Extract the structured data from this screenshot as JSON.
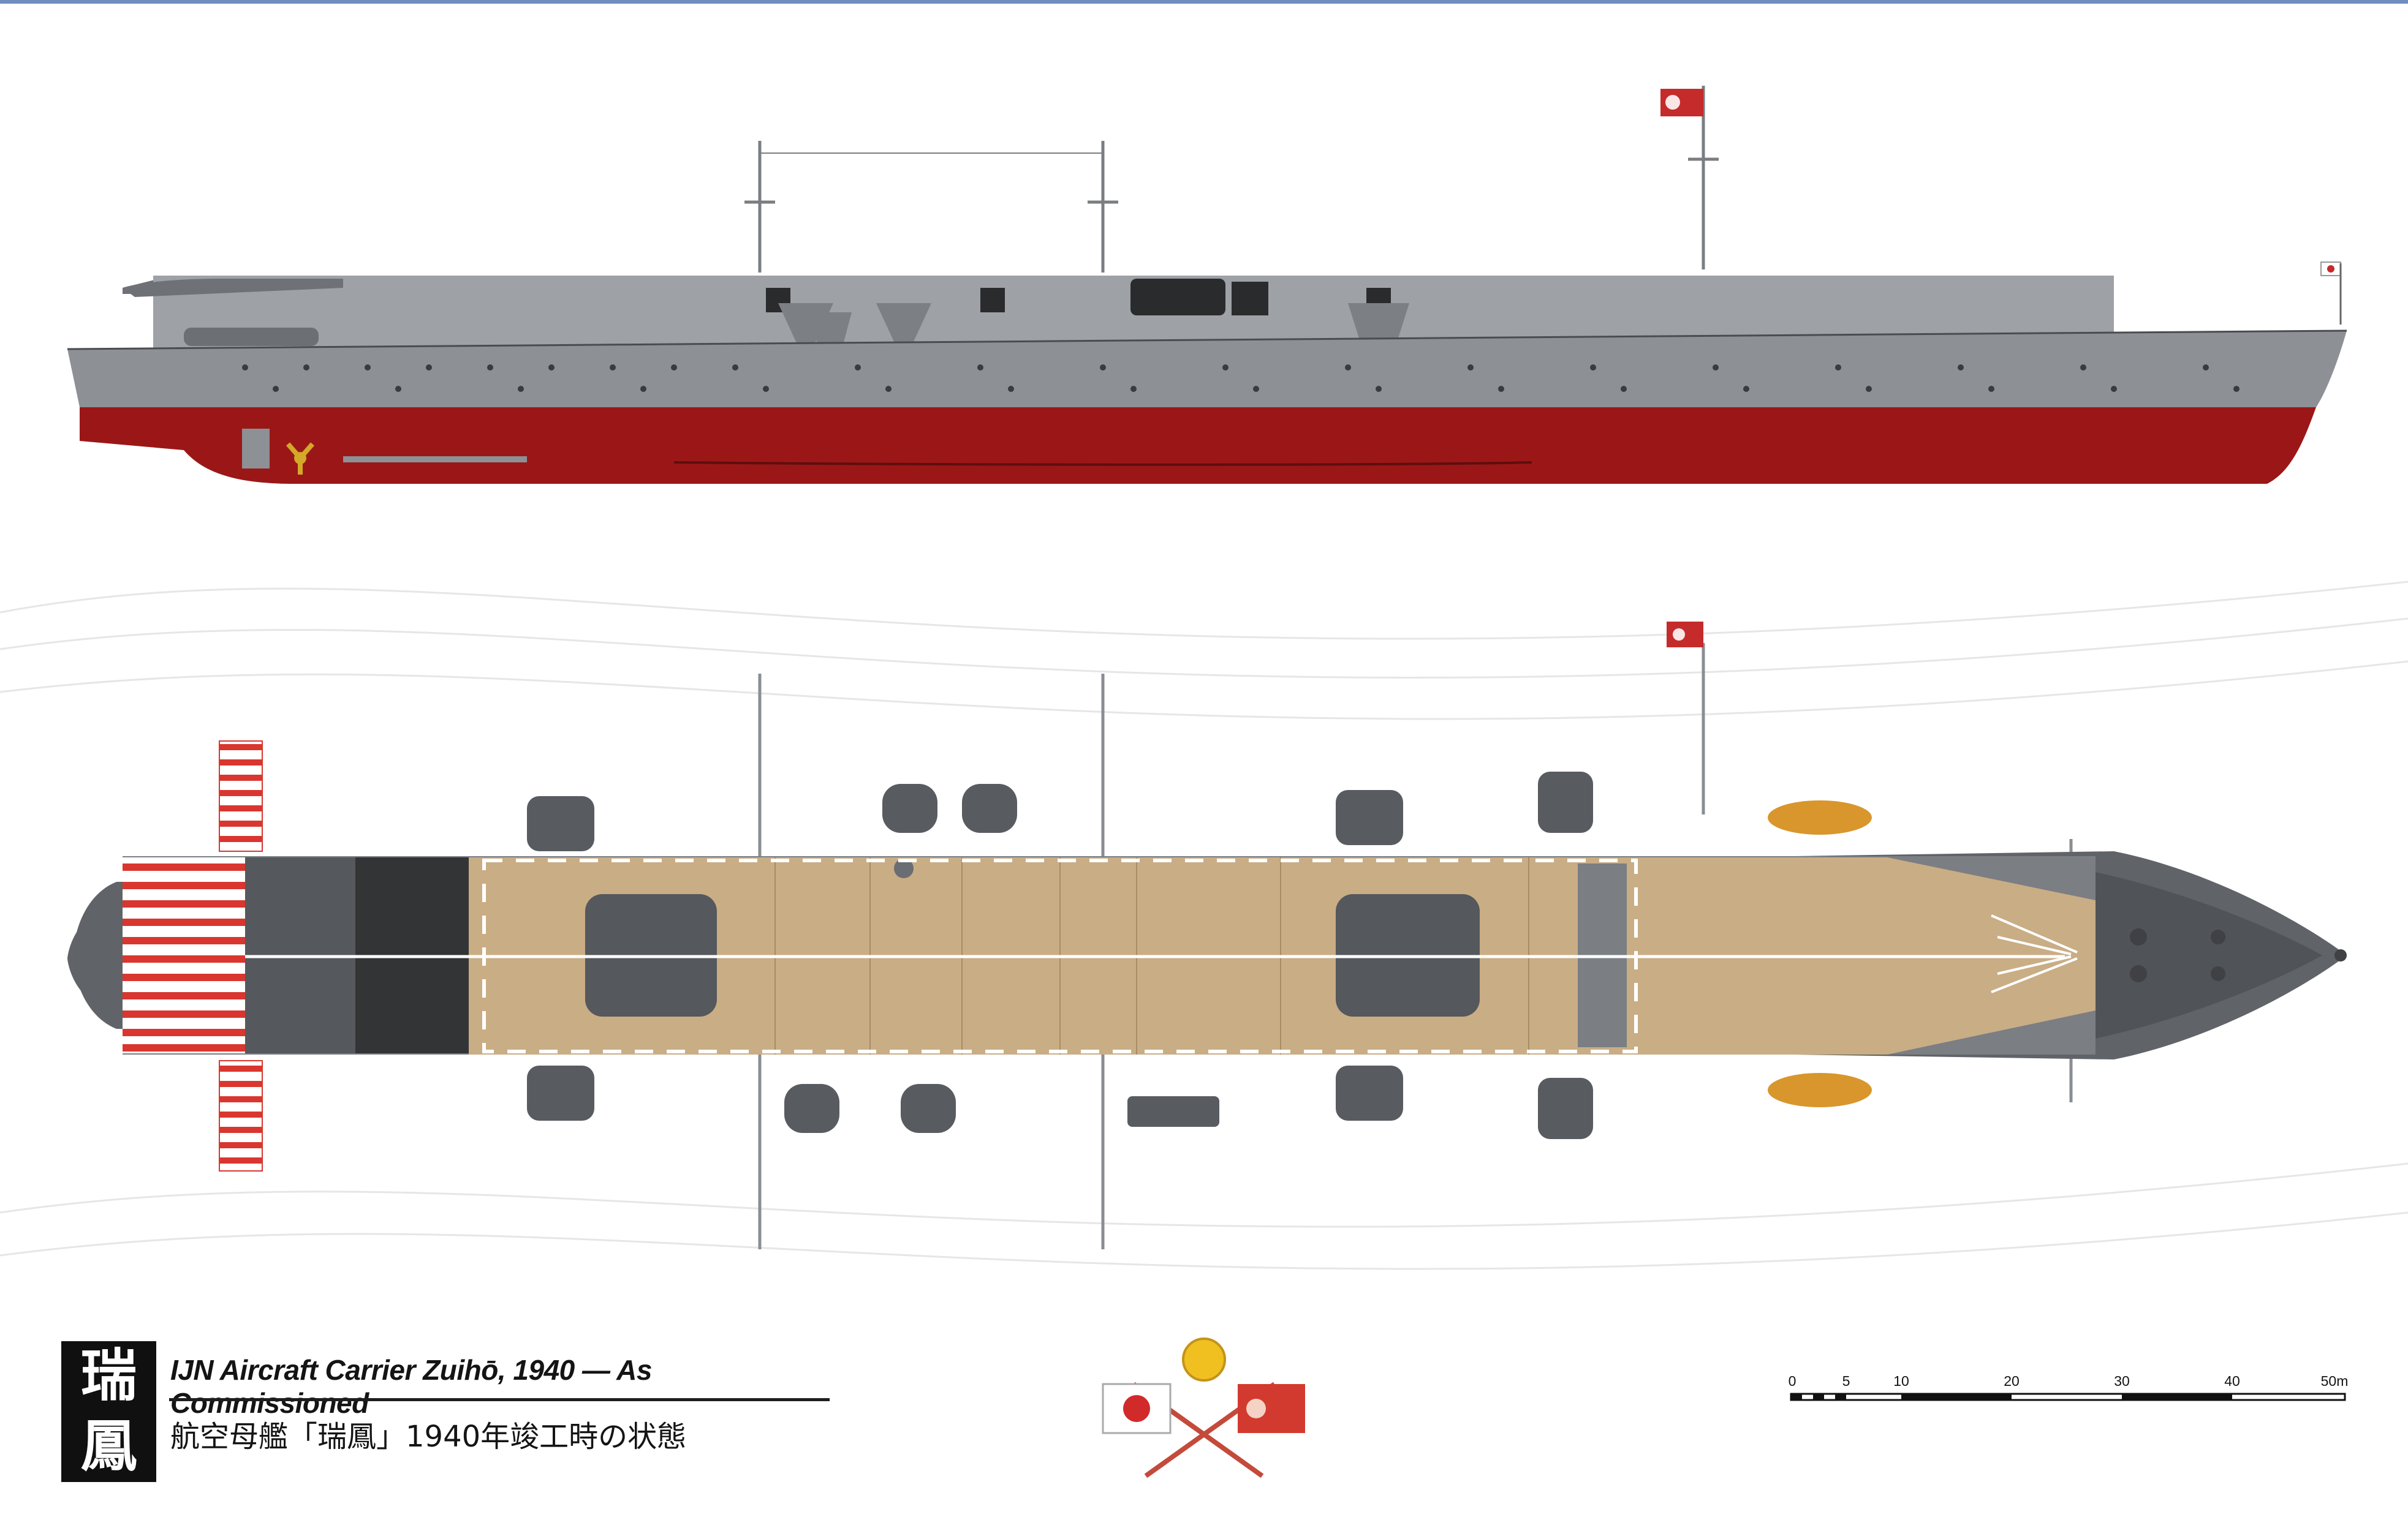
{
  "title": {
    "english": "IJN Aircraft Carrier Zuihō, 1940 — As Commissioned",
    "japanese": "航空母艦「瑞鳳」1940年竣工時の状態",
    "kanji_top": "瑞",
    "kanji_bottom": "鳳"
  },
  "scale_bar": {
    "labels": [
      "0",
      "5",
      "10",
      "20",
      "30",
      "40",
      "50m"
    ]
  },
  "colors": {
    "hull_grey": "#8d9095",
    "hull_red": "#9b1717",
    "deck_wood": "#c9ad85",
    "elevator": "#55585c",
    "deck_dark": "#333436",
    "stripe_red": "#d9362f"
  },
  "views": [
    "side-profile",
    "top-plan"
  ]
}
